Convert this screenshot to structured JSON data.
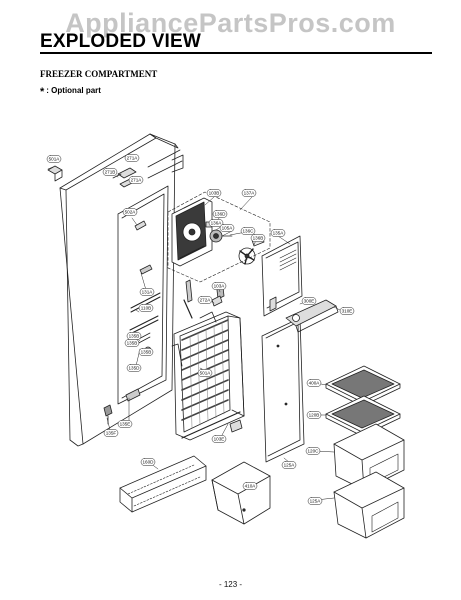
{
  "watermark": "AppliancePartsPros.com",
  "page_title": "EXPLODED VIEW",
  "section_heading": "FREEZER COMPARTMENT",
  "note": {
    "star": "*",
    "text": ": Optional part"
  },
  "page_number": "- 123 -",
  "callouts": [
    "501A",
    "271A",
    "271B",
    "271A",
    "502A",
    "103B",
    "137A",
    "136D",
    "136A",
    "105A",
    "136C",
    "136B",
    "135A",
    "131A",
    "110B",
    "135B",
    "135B",
    "135B",
    "135D",
    "135E",
    "135F",
    "272A",
    "103A",
    "300E",
    "310E",
    "501A",
    "103E",
    "400A",
    "120B",
    "120C",
    "125A",
    "160D",
    "410A",
    "125A"
  ]
}
